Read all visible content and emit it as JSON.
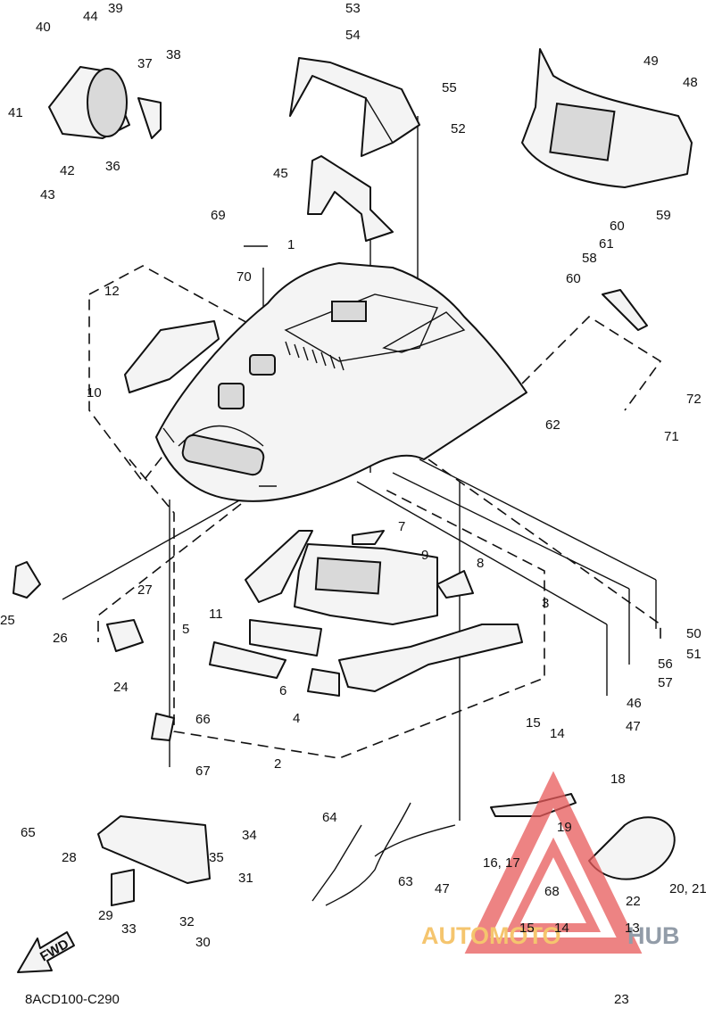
{
  "diagram_code": "8ACD100-C290",
  "fwd_label": "FWD",
  "watermark": {
    "part1": "AUTOMOTO",
    "part2": "HUB",
    "color1": "#f2b23e",
    "color2": "#6e7b8b",
    "triangle_color": "#e85a5a"
  },
  "labels": {
    "1": "1",
    "2": "2",
    "3": "3",
    "4": "4",
    "5": "5",
    "6": "6",
    "7": "7",
    "8": "8",
    "9": "9",
    "10": "10",
    "11": "11",
    "12": "12",
    "13": "13",
    "14a": "14",
    "14b": "14",
    "15a": "15",
    "15b": "15",
    "16_17": "16, 17",
    "18": "18",
    "19": "19",
    "20_21": "20, 21",
    "22": "22",
    "23": "23",
    "24": "24",
    "25": "25",
    "26": "26",
    "27": "27",
    "28": "28",
    "29": "29",
    "30": "30",
    "31": "31",
    "32": "32",
    "33": "33",
    "34": "34",
    "35": "35",
    "36": "36",
    "37": "37",
    "38": "38",
    "39": "39",
    "40": "40",
    "41": "41",
    "42": "42",
    "43": "43",
    "44": "44",
    "45": "45",
    "46": "46",
    "47a": "47",
    "47b": "47",
    "48": "48",
    "49": "49",
    "50": "50",
    "51": "51",
    "52": "52",
    "53": "53",
    "54": "54",
    "55": "55",
    "56": "56",
    "57": "57",
    "58": "58",
    "59": "59",
    "60a": "60",
    "60b": "60",
    "61": "61",
    "62": "62",
    "63": "63",
    "64": "64",
    "65": "65",
    "66": "66",
    "67": "67",
    "68": "68",
    "69": "69",
    "70": "70",
    "71": "71",
    "72": "72"
  }
}
